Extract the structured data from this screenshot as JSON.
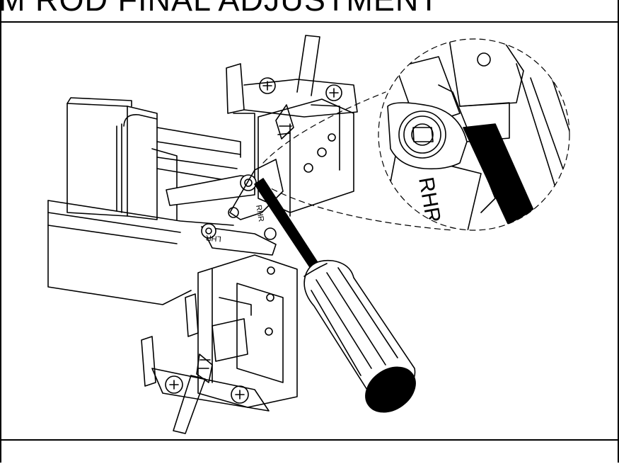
{
  "header": {
    "title": "M ROD FINAL ADJUSTMENT"
  },
  "illustration": {
    "label_rhr": "RHR",
    "label_lhr": "LHR",
    "label_detail_rhr": "RHR"
  }
}
